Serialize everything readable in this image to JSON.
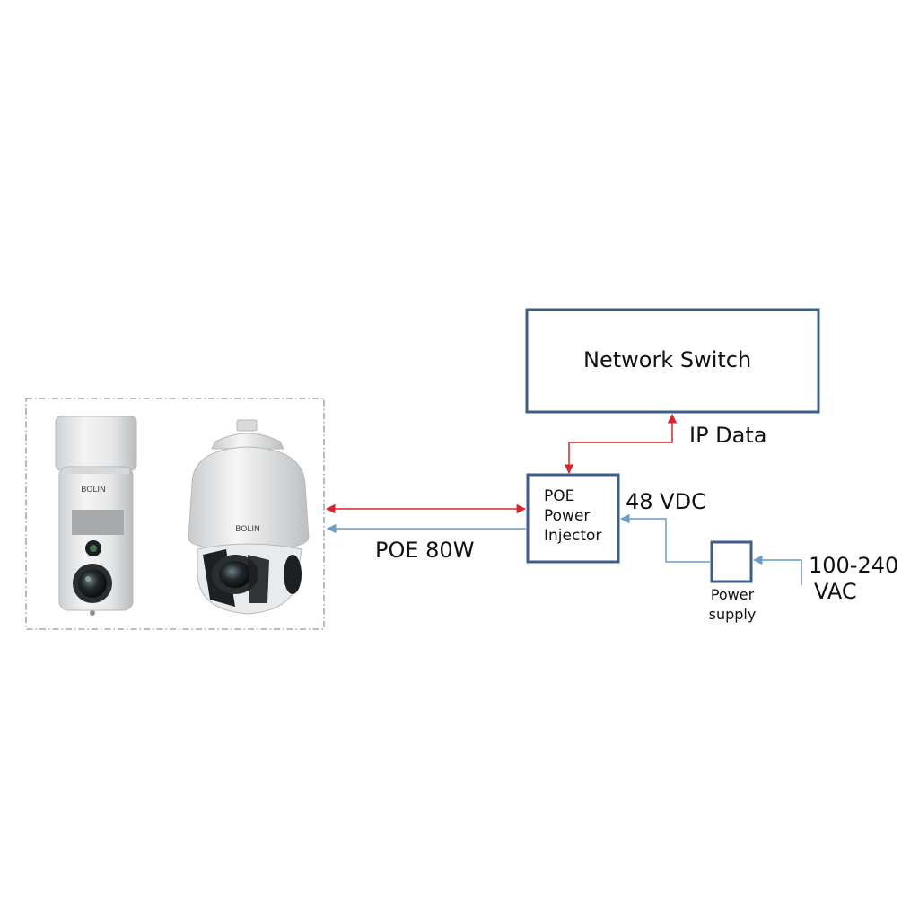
{
  "diagram": {
    "nodes": {
      "network_switch": {
        "label": "Network Switch"
      },
      "poe_injector": {
        "label_lines": [
          "POE",
          "Power",
          "Injector"
        ]
      },
      "power_supply": {
        "label_lines": [
          "Power",
          "supply"
        ]
      },
      "cameras": {
        "brand_text": "BOLIN",
        "items": [
          "box-ptz-camera",
          "dome-ptz-camera"
        ]
      }
    },
    "edges": [
      {
        "from": "poe_injector",
        "to": "network_switch",
        "label": "IP Data",
        "kind": "data"
      },
      {
        "from": "poe_injector",
        "to": "cameras",
        "label": "POE 80W",
        "kind": "poe"
      },
      {
        "from": "power_supply",
        "to": "poe_injector",
        "label": "48 VDC",
        "kind": "power"
      },
      {
        "from": "mains",
        "to": "power_supply",
        "label_lines": [
          "100-240",
          "VAC"
        ],
        "kind": "power"
      }
    ]
  },
  "colors": {
    "box_border": "#3d5d8a",
    "data_line": "#d9262c",
    "power_line": "#6b9ccc",
    "dashed_border": "#8a94a6"
  }
}
